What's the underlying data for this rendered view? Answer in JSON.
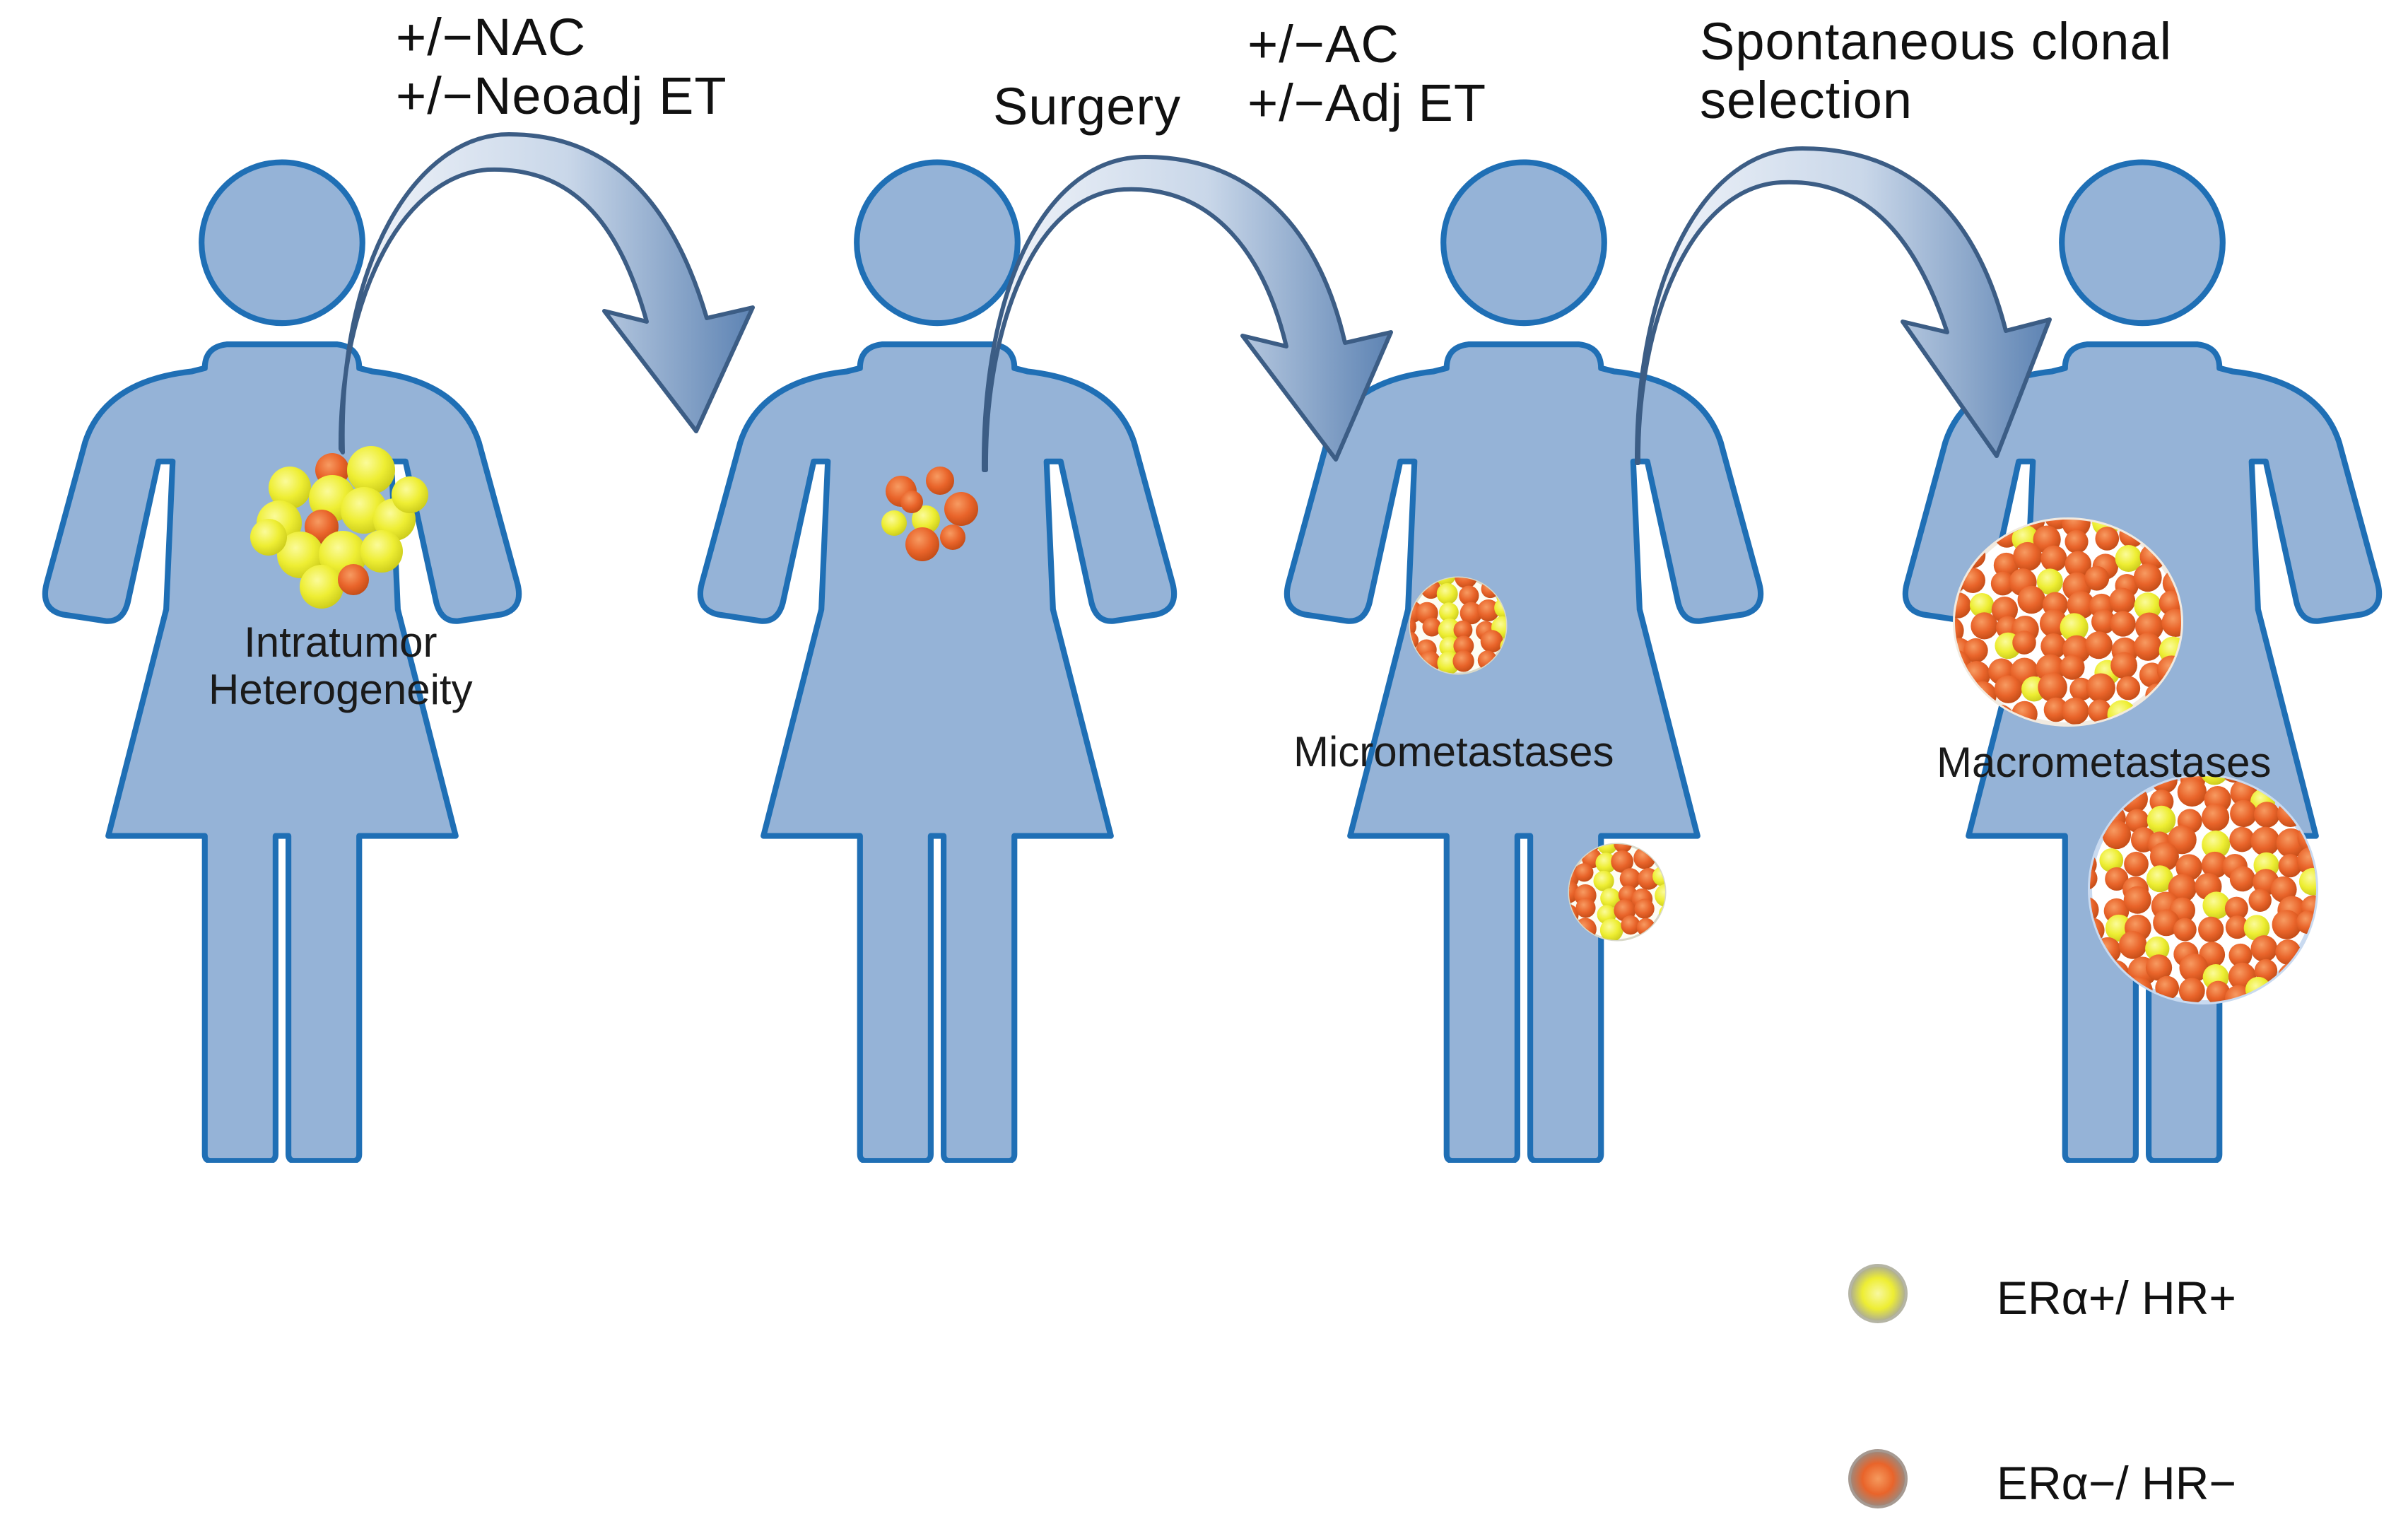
{
  "steps": {
    "step1": {
      "line1": "+/−NAC",
      "line2": "+/−Neoadj ET"
    },
    "step2": {
      "label": "Surgery"
    },
    "step3": {
      "line1": "+/−AC",
      "line2": "+/−Adj ET"
    },
    "step4": {
      "line1": "Spontaneous clonal",
      "line2": "selection"
    }
  },
  "figure_labels": {
    "figure1_line1": "Intratumor",
    "figure1_line2": "Heterogeneity",
    "figure3": "Micrometastases",
    "figure4": "Macrometastases"
  },
  "legend": {
    "positive": {
      "label": "ERα+/ HR+",
      "color": "#eeee33"
    },
    "negative": {
      "label": "ERα−/ HR−",
      "color": "#e9642a"
    }
  },
  "colors": {
    "figure_fill": "#95b3d7",
    "figure_stroke": "#1f6fb5",
    "arrow_fill": "#c9d7e9",
    "arrow_stroke": "#3c5d85"
  }
}
